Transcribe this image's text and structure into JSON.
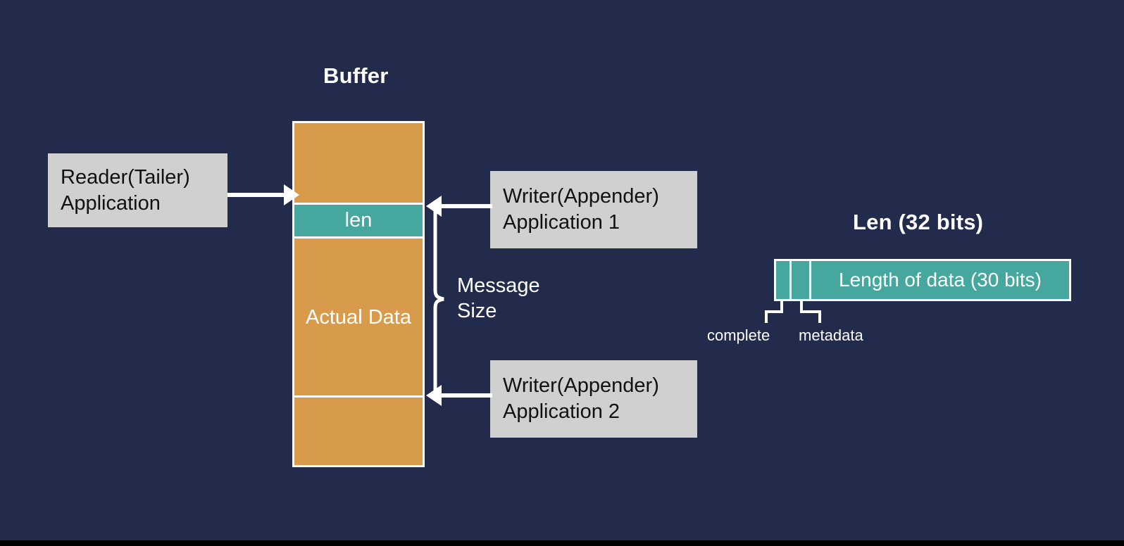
{
  "palette": {
    "background": "#232B4D",
    "buffer_fill": "#D89B4C",
    "len_fill": "#45A79E",
    "box_fill": "#D0D0D0",
    "stroke": "#FFFFFF",
    "box_text": "#111111"
  },
  "buffer": {
    "title": "Buffer",
    "segments": [
      {
        "name": "free-top",
        "label": "",
        "fill": "#D89B4C"
      },
      {
        "name": "len",
        "label": "len",
        "fill": "#45A79E"
      },
      {
        "name": "actual-data",
        "label": "Actual\nData",
        "fill": "#D89B4C"
      },
      {
        "name": "free-bottom",
        "label": "",
        "fill": "#D89B4C"
      }
    ]
  },
  "actors": {
    "reader": "Reader(Tailer)\nApplication",
    "writer1": "Writer(Appender)\nApplication 1",
    "writer2": "Writer(Appender)\nApplication 2"
  },
  "annotations": {
    "message_size": "Message\nSize"
  },
  "len_figure": {
    "title": "Len (32 bits)",
    "cells": [
      {
        "name": "complete",
        "label": "",
        "callout": "complete"
      },
      {
        "name": "metadata",
        "label": "",
        "callout": "metadata"
      },
      {
        "name": "length-of-data",
        "label": "Length of data (30 bits)",
        "callout": ""
      }
    ],
    "callouts": {
      "complete": "complete",
      "metadata": "metadata"
    }
  }
}
